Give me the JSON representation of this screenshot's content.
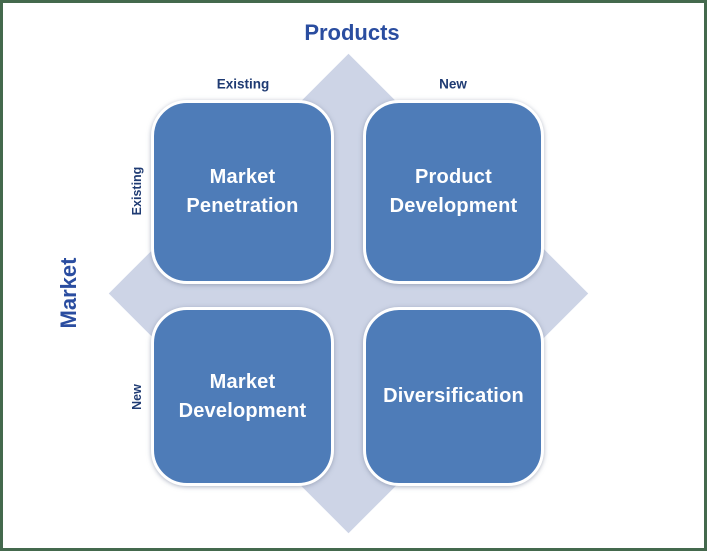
{
  "diagram": {
    "type": "ansoff-matrix",
    "top_axis_title": "Products",
    "left_axis_title": "Market",
    "top_column_labels": [
      "Existing",
      "New"
    ],
    "left_row_labels": [
      "Existing",
      "New"
    ],
    "quadrants": [
      {
        "row": "Existing",
        "column": "Existing",
        "label": "Market Penetration"
      },
      {
        "row": "Existing",
        "column": "New",
        "label": "Product Development"
      },
      {
        "row": "New",
        "column": "Existing",
        "label": "Market Development"
      },
      {
        "row": "New",
        "column": "New",
        "label": "Diversification"
      }
    ]
  },
  "colors": {
    "quadrant-fill": "#4E7CB8",
    "quadrant-text": "#FFFFFF",
    "diamond-fill": "#CDD4E6",
    "axis-title-text": "#2A4DA0",
    "axis-label-text": "#1F3B73",
    "frame-border": "#44694D",
    "background": "#FFFFFF"
  }
}
